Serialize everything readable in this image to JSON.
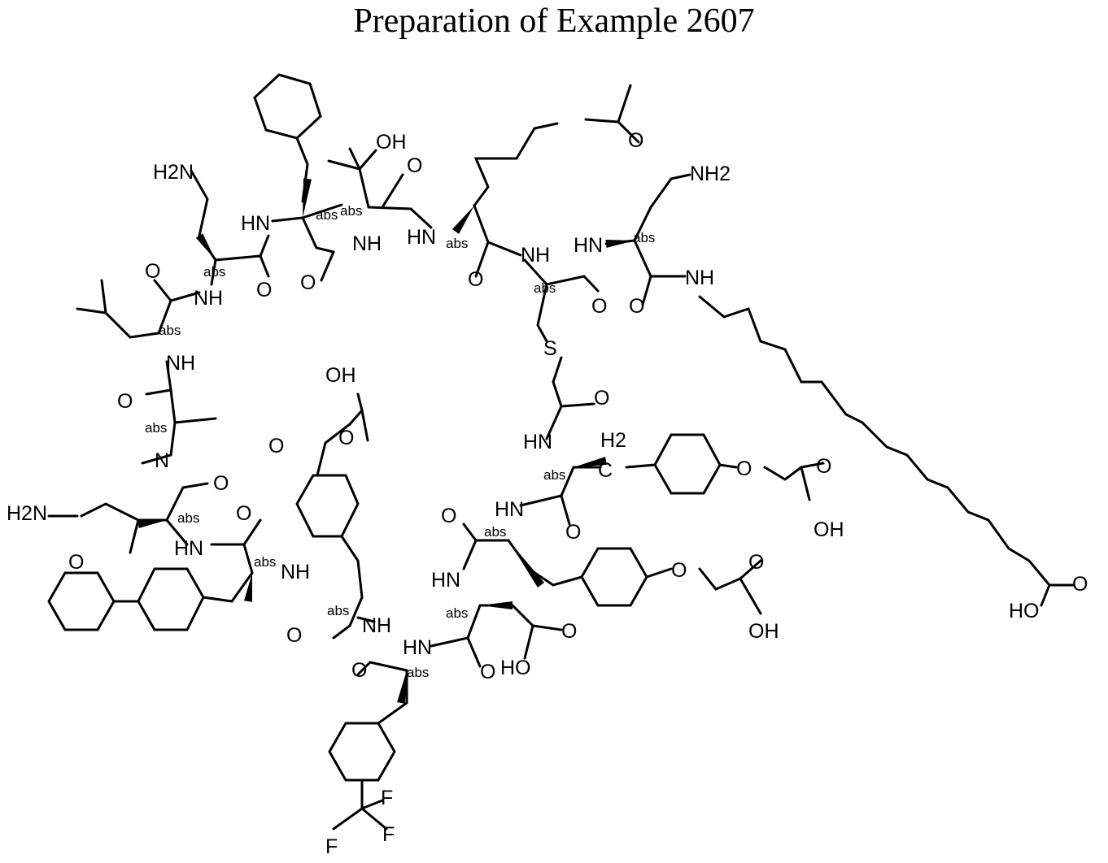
{
  "title": "Preparation of Example 2607",
  "atom_labels": {
    "nh2_a": "H2N",
    "nh2_b": "NH2",
    "amide_nh2": "H2N",
    "oh_thr": "OH",
    "nh": "NH",
    "hn": "HN",
    "n": "N",
    "s": "S",
    "o": "O",
    "oh": "OH",
    "ho": "HO",
    "f": "F",
    "ch2_h": "H2",
    "ch2_c": "C"
  },
  "stereo_label": "abs"
}
